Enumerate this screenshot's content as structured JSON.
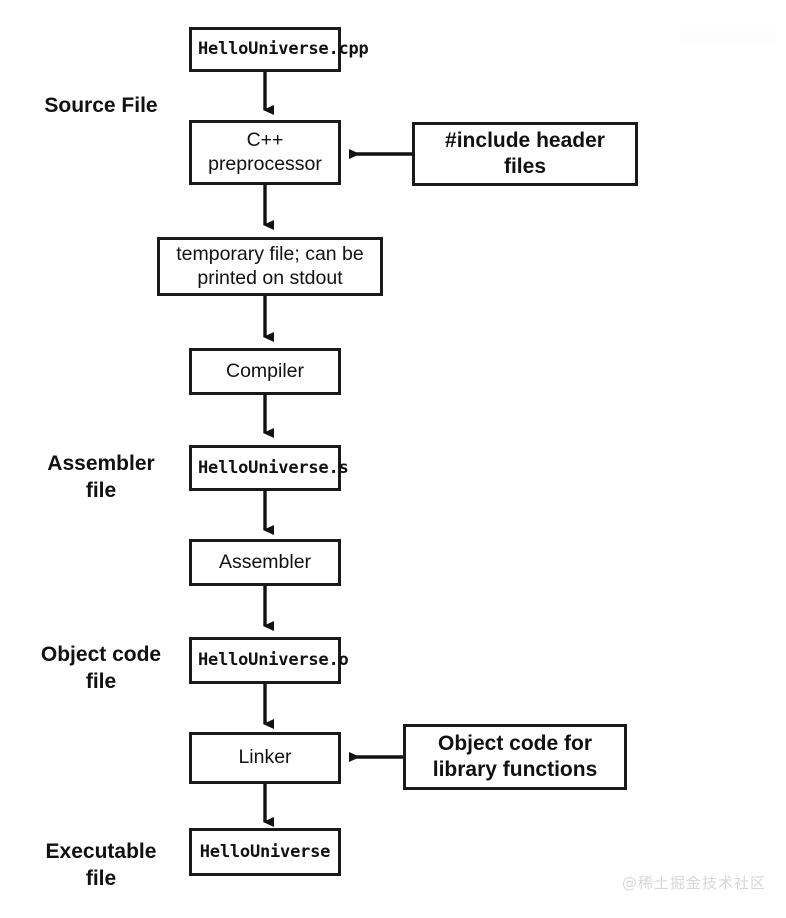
{
  "diagram": {
    "title": "C++ compilation pipeline",
    "stroke_color": "#1a1a1a",
    "background_color": "#ffffff",
    "nodes": [
      {
        "id": "source_file",
        "label": "HelloUniverse.cpp",
        "style": "mono"
      },
      {
        "id": "preprocessor",
        "label": "C++\npreprocessor",
        "style": "proc"
      },
      {
        "id": "include_headers",
        "label": "#include header\nfiles",
        "style": "strong"
      },
      {
        "id": "temp_file",
        "label": "temporary file; can be\nprinted on stdout",
        "style": "proc"
      },
      {
        "id": "compiler",
        "label": "Compiler",
        "style": "proc"
      },
      {
        "id": "assembly_file",
        "label": "HelloUniverse.s",
        "style": "mono"
      },
      {
        "id": "assembler",
        "label": "Assembler",
        "style": "proc"
      },
      {
        "id": "object_file",
        "label": "HelloUniverse.o",
        "style": "mono"
      },
      {
        "id": "linker",
        "label": "Linker",
        "style": "proc"
      },
      {
        "id": "library_object",
        "label": "Object code for\nlibrary functions",
        "style": "strong"
      },
      {
        "id": "executable",
        "label": "HelloUniverse",
        "style": "mono"
      }
    ],
    "stage_labels": [
      {
        "id": "source",
        "label": "Source File"
      },
      {
        "id": "assembler",
        "label": "Assembler\nfile"
      },
      {
        "id": "object",
        "label": "Object code\nfile"
      },
      {
        "id": "executable",
        "label": "Executable\nfile"
      }
    ],
    "edges": [
      {
        "from": "source_file",
        "to": "preprocessor",
        "direction": "down"
      },
      {
        "from": "include_headers",
        "to": "preprocessor",
        "direction": "left"
      },
      {
        "from": "preprocessor",
        "to": "temp_file",
        "direction": "down"
      },
      {
        "from": "temp_file",
        "to": "compiler",
        "direction": "down"
      },
      {
        "from": "compiler",
        "to": "assembly_file",
        "direction": "down"
      },
      {
        "from": "assembly_file",
        "to": "assembler",
        "direction": "down"
      },
      {
        "from": "assembler",
        "to": "object_file",
        "direction": "down"
      },
      {
        "from": "object_file",
        "to": "linker",
        "direction": "down"
      },
      {
        "from": "library_object",
        "to": "linker",
        "direction": "left"
      },
      {
        "from": "linker",
        "to": "executable",
        "direction": "down"
      }
    ]
  },
  "watermark": {
    "text": "@稀土掘金技术社区"
  }
}
